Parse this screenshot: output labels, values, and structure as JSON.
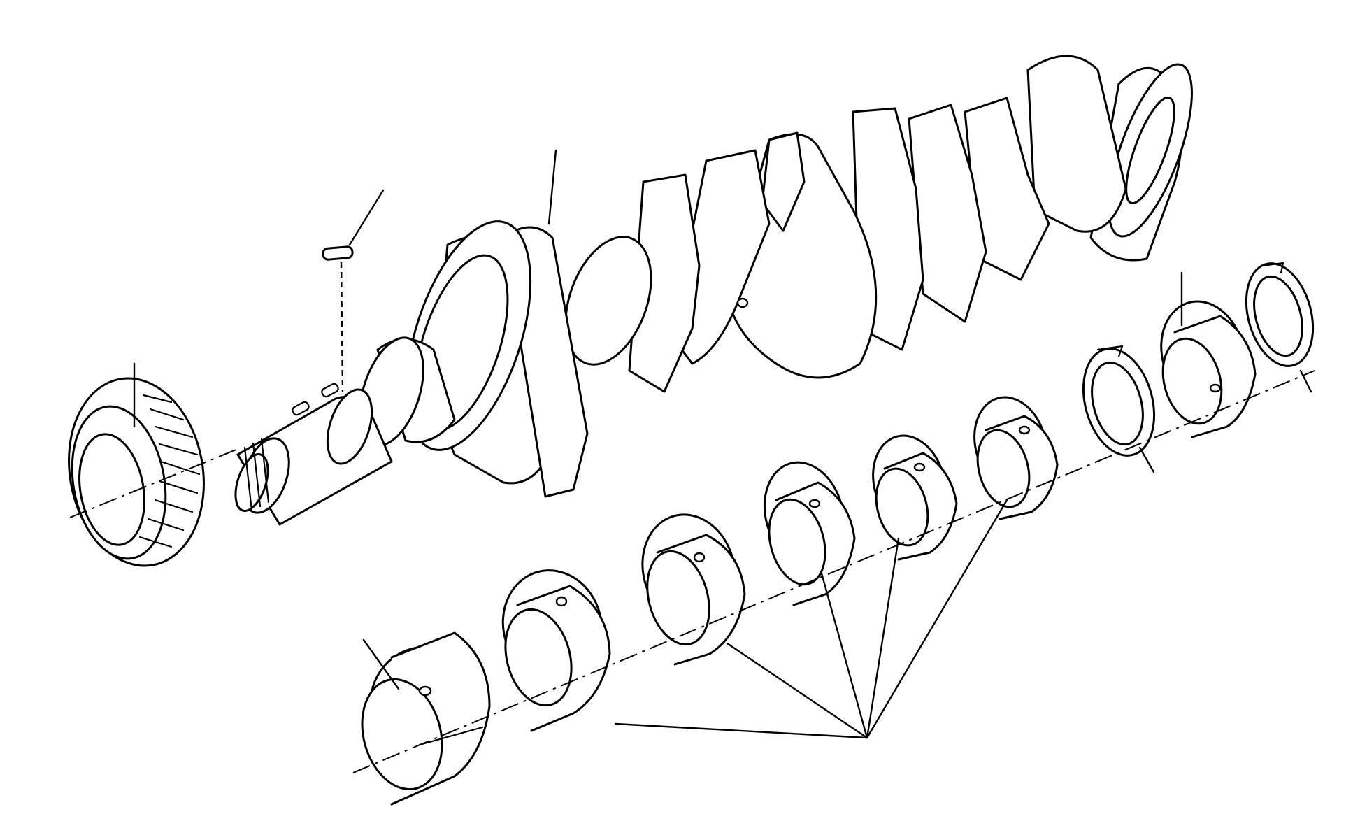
{
  "figure": {
    "line_color": "#000000",
    "background_color": "#ffffff",
    "parts": [
      "timing-gear",
      "woodruff-key",
      "crankshaft",
      "main-bearing-front",
      "main-bearing-2",
      "main-bearing-3",
      "main-bearing-4",
      "main-bearing-5",
      "main-bearing-6",
      "thrust-washer-front",
      "main-bearing-rear",
      "thrust-washer-rear"
    ]
  }
}
